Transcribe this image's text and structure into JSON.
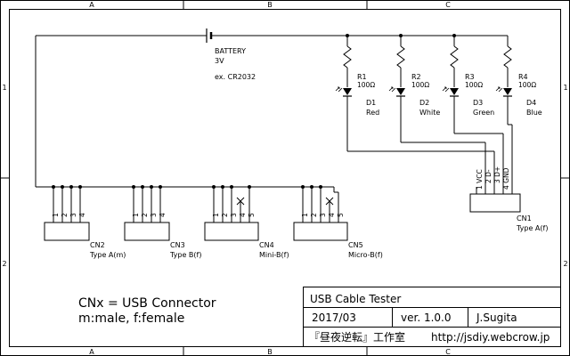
{
  "frame": {
    "columns": [
      "A",
      "B",
      "C"
    ],
    "rows": [
      "1",
      "2"
    ]
  },
  "battery": {
    "name": "BATTERY",
    "voltage": "3V",
    "example": "ex. CR2032"
  },
  "resistors": [
    {
      "ref": "R1",
      "value": "100Ω"
    },
    {
      "ref": "R2",
      "value": "100Ω"
    },
    {
      "ref": "R3",
      "value": "100Ω"
    },
    {
      "ref": "R4",
      "value": "100Ω"
    }
  ],
  "leds": [
    {
      "ref": "D1",
      "color": "Red"
    },
    {
      "ref": "D2",
      "color": "White"
    },
    {
      "ref": "D3",
      "color": "Green"
    },
    {
      "ref": "D4",
      "color": "Blue"
    }
  ],
  "cn1": {
    "ref": "CN1",
    "type": "Type A(f)",
    "pins": [
      "1 VCC",
      "2 D-",
      "3 D+",
      "4 GND"
    ]
  },
  "connectors": [
    {
      "ref": "CN2",
      "type": "Type A(m)",
      "pins": [
        "1",
        "2",
        "3",
        "4"
      ]
    },
    {
      "ref": "CN3",
      "type": "Type B(f)",
      "pins": [
        "1",
        "2",
        "3",
        "4"
      ]
    },
    {
      "ref": "CN4",
      "type": "Mini-B(f)",
      "pins": [
        "1",
        "2",
        "3",
        "4",
        "5"
      ]
    },
    {
      "ref": "CN5",
      "type": "Micro-B(f)",
      "pins": [
        "1",
        "2",
        "3",
        "4",
        "5"
      ]
    }
  ],
  "legend": {
    "line1": "CNx = USB Connector",
    "line2": "m:male,  f:female"
  },
  "title_block": {
    "title": "USB Cable Tester",
    "date": "2017/03",
    "version": "ver. 1.0.0",
    "author": "J.Sugita",
    "org": "『昼夜逆転』工作室",
    "url": "http://jsdiy.webcrow.jp"
  }
}
